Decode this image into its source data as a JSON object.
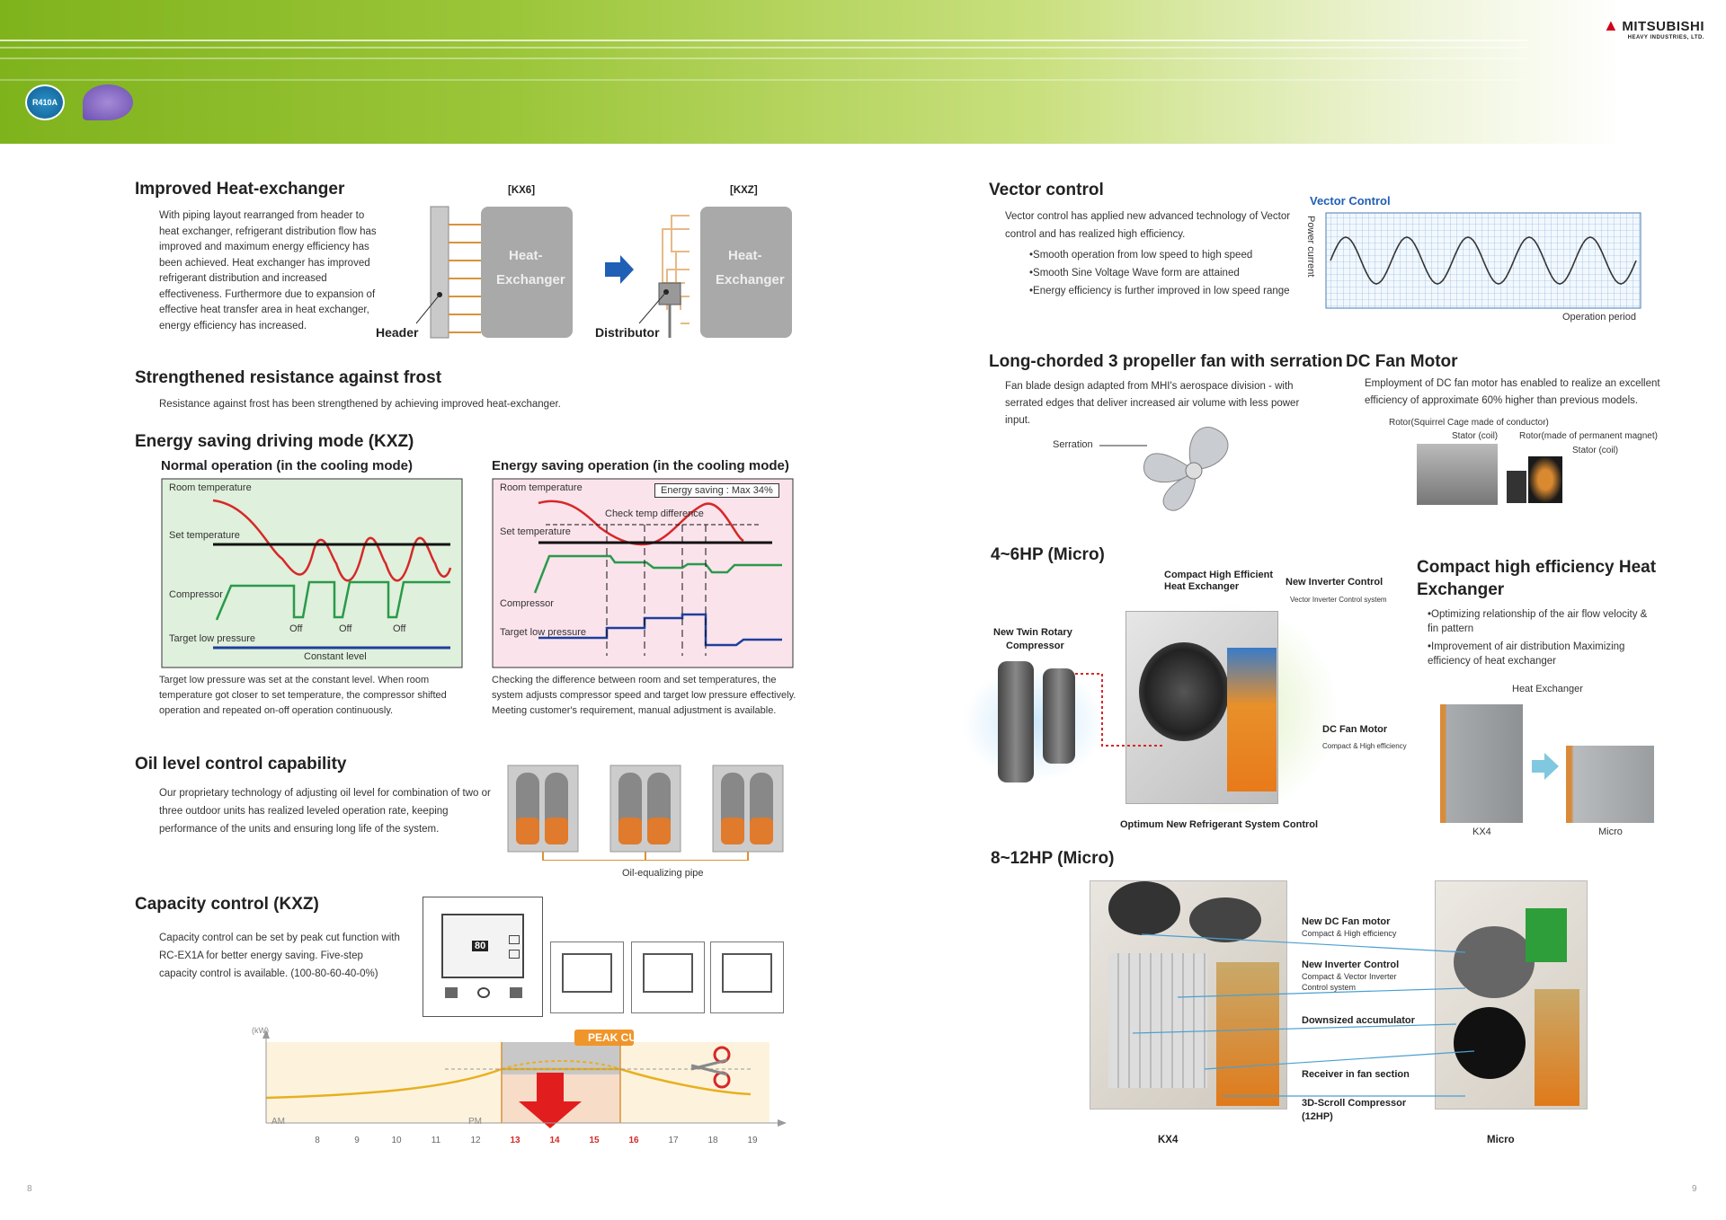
{
  "brand": {
    "name": "MITSUBISHI",
    "sub": "HEAVY INDUSTRIES, LTD.",
    "badge1": "R410A"
  },
  "left": {
    "heat": {
      "title": "Improved Heat-exchanger",
      "text": "With piping layout rearranged from header to heat exchanger, refrigerant distribution flow has improved and maximum energy efficiency has been achieved. Heat exchanger has improved refrigerant distribution and increased effectiveness. Furthermore due to expansion of effective heat transfer area in heat exchanger, energy efficiency has increased.",
      "kx6": "[KX6]",
      "kxz": "[KXZ]",
      "hx": "Heat-",
      "hx2": "Exchanger",
      "header": "Header",
      "distributor": "Distributor"
    },
    "frost": {
      "title": "Strengthened resistance against frost",
      "text": "Resistance against frost has been strengthened by achieving improved heat-exchanger."
    },
    "esm": {
      "title": "Energy saving driving mode (KXZ)",
      "normal": {
        "title": "Normal operation (in the cooling mode)",
        "room": "Room temperature",
        "set": "Set temperature",
        "comp": "Compressor",
        "off": "Off",
        "target": "Target low pressure",
        "constant": "Constant level",
        "text": "Target low pressure was set at the constant level. When room temperature got closer to set temperature, the compressor shifted operation and repeated on-off operation continuously."
      },
      "saving": {
        "title": "Energy saving operation (in the cooling mode)",
        "room": "Room temperature",
        "badge": "Energy saving : Max 34%",
        "check": "Check temp difference",
        "set": "Set temperature",
        "comp": "Compressor",
        "target": "Target low pressure",
        "text": "Checking the difference between room and set temperatures, the system adjusts compressor speed and target low pressure effectively. Meeting customer's requirement, manual adjustment is available."
      }
    },
    "oil": {
      "title": "Oil level control capability",
      "text": "Our proprietary technology of adjusting oil level for combination of two or three outdoor units has realized leveled operation rate, keeping performance of the units and ensuring long life of the system.",
      "pipe": "Oil-equalizing pipe"
    },
    "cap": {
      "title": "Capacity control (KXZ)",
      "text": "Capacity control can be set by peak cut function with RC-EX1A for better energy saving. Five-step capacity control is available. (100-80-60-40-0%)",
      "display": "80",
      "peak": "PEAK CUT",
      "kw": "(kW)",
      "am": "AM",
      "pm": "PM"
    }
  },
  "right": {
    "vector": {
      "title": "Vector control",
      "text": "Vector control has applied new advanced technology of Vector control and has realized high efficiency.",
      "bullets": [
        "Smooth operation  from low speed  to high speed",
        "Smooth Sine Voltage Wave form are attained",
        "Energy efficiency is further improved in low speed range"
      ],
      "chart_title": "Vector Control",
      "ylabel": "Power current",
      "xlabel": "Operation period"
    },
    "fan": {
      "title": "Long-chorded 3 propeller fan with serration",
      "text": "Fan blade design adapted from MHI's aerospace division - with serrated edges that deliver increased air volume with less power input.",
      "serration": "Serration"
    },
    "dc": {
      "title": "DC Fan Motor",
      "text": "Employment of DC fan motor has enabled to realize an excellent efficiency of approximate 60% higher than previous models.",
      "l1": "Rotor(Squirrel Cage made of conductor)",
      "l2": "Stator (coil)",
      "l3": "Rotor(made of permanent magnet)",
      "l4": "Stator (coil)"
    },
    "micro46": {
      "title": "4~6HP (Micro)",
      "c1": "Compact High Efficient",
      "c1b": "Heat Exchanger",
      "c2": "New Inverter Control",
      "c2s": "Vector Inverter Control system",
      "c3": "New Twin Rotary",
      "c3b": "Compressor",
      "c4": "DC Fan Motor",
      "c4s": "Compact & High efficiency",
      "c5": "Optimum New Refrigerant System Control"
    },
    "compact": {
      "title1": "Compact high efficiency Heat",
      "title2": "Exchanger",
      "bullets": [
        "Optimizing relationship of the air flow velocity & fin pattern",
        "Improvement of air distribution Maximizing efficiency of heat exchanger"
      ],
      "hx": "Heat Exchanger",
      "kx4": "KX4",
      "micro": "Micro"
    },
    "micro812": {
      "title": "8~12HP (Micro)",
      "a1": "New DC Fan motor",
      "a1s": "Compact & High efficiency",
      "a2": "New Inverter Control",
      "a2s": "Compact & Vector Inverter",
      "a2s2": "Control system",
      "a3": "Downsized accumulator",
      "a4": "Receiver in fan section",
      "a5": "3D-Scroll Compressor",
      "a5s": "(12HP)",
      "kx4": "KX4",
      "micro": "Micro"
    }
  },
  "pages": {
    "left": "8",
    "right": "9"
  },
  "chart_data": [
    {
      "type": "line",
      "title": "Vector Control",
      "ylabel": "Power current",
      "xlabel": "Operation period",
      "series": [
        {
          "values": [
            0,
            1,
            0,
            -1,
            0,
            1,
            0,
            -1,
            0,
            1,
            0,
            -1,
            0,
            1,
            0,
            -1,
            0,
            1,
            0,
            -1,
            0
          ]
        }
      ]
    },
    {
      "type": "area",
      "xlabel": "",
      "ylabel": "(kW)",
      "categories": [
        "8",
        "9",
        "10",
        "11",
        "12",
        "13",
        "14",
        "15",
        "16",
        "17",
        "18",
        "19"
      ],
      "peak_cut_range": [
        "13",
        "16"
      ],
      "ylim": [
        0,
        1
      ]
    }
  ]
}
